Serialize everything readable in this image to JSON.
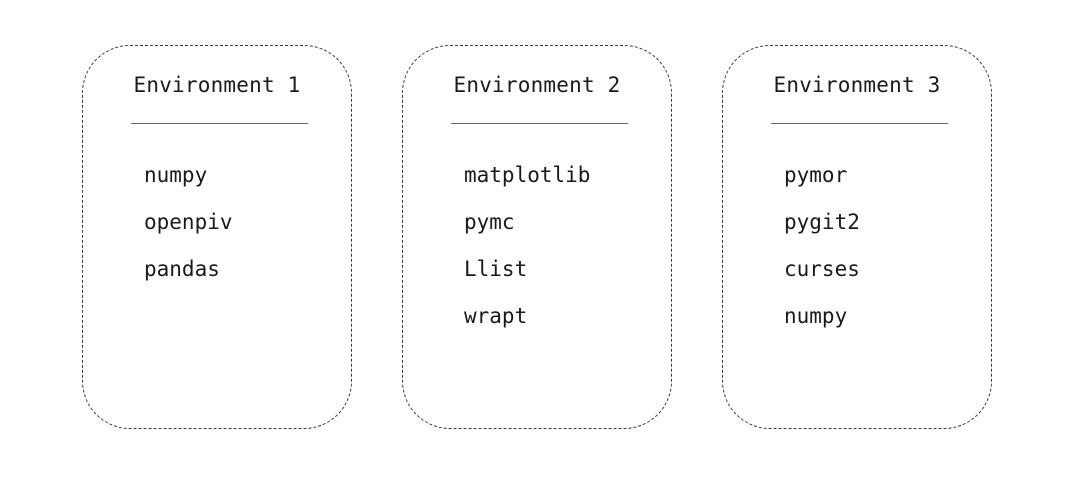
{
  "environments": [
    {
      "title": "Environment 1",
      "packages": [
        "numpy",
        "openpiv",
        "pandas"
      ]
    },
    {
      "title": "Environment 2",
      "packages": [
        "matplotlib",
        "pymc",
        "Llist",
        "wrapt"
      ]
    },
    {
      "title": "Environment 3",
      "packages": [
        "pymor",
        "pygit2",
        "curses",
        "numpy"
      ]
    }
  ]
}
